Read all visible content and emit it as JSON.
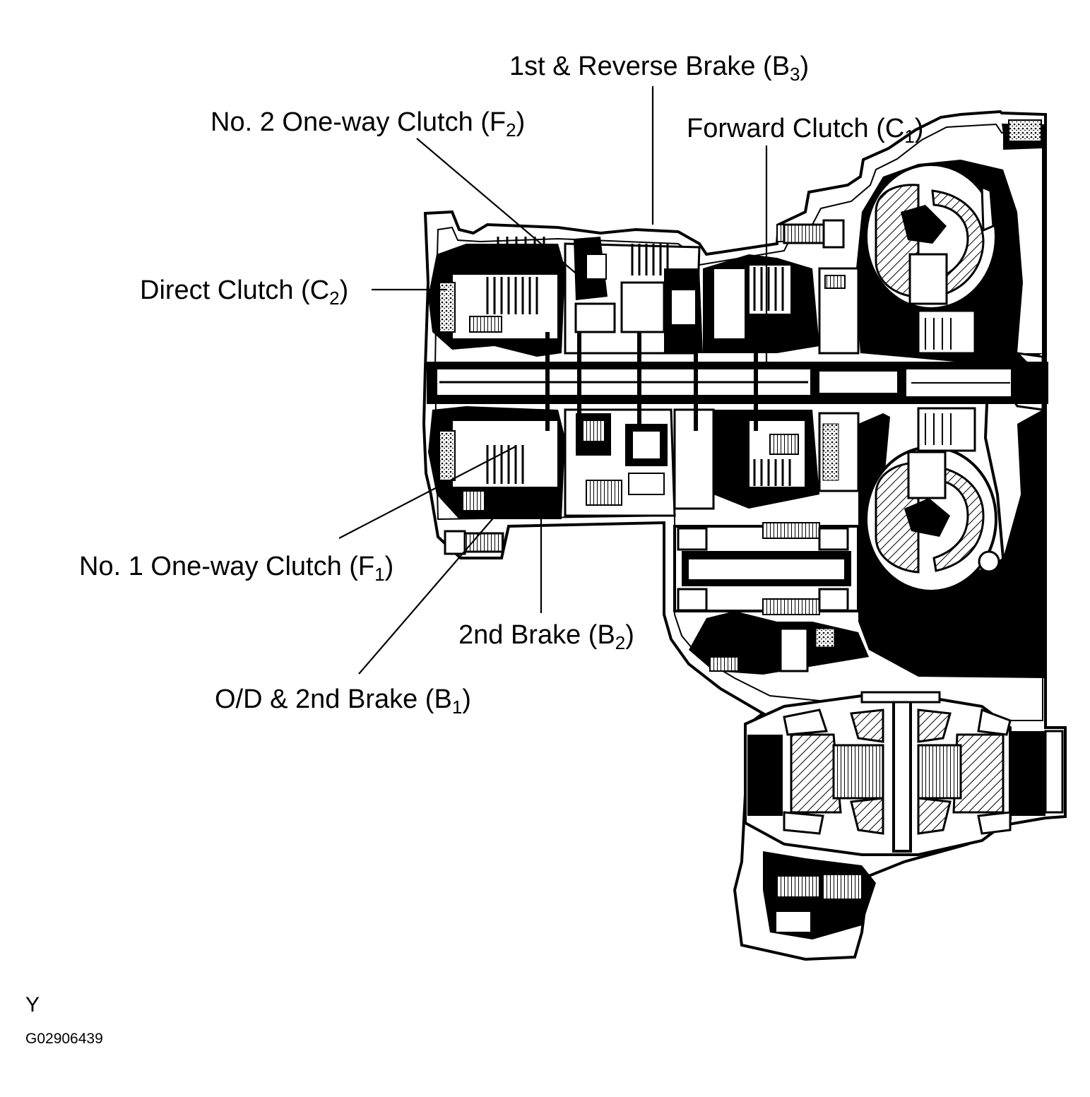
{
  "labels": {
    "b3": {
      "text": "1st & Reverse Brake (B",
      "sub": "3",
      "close": ")"
    },
    "f2": {
      "text": "No. 2 One-way Clutch (F",
      "sub": "2",
      "close": ")"
    },
    "c1": {
      "text": "Forward Clutch (C",
      "sub": "1",
      "close": ")"
    },
    "c2": {
      "text": "Direct Clutch (C",
      "sub": "2",
      "close": ")"
    },
    "f1": {
      "text": "No. 1 One-way Clutch (F",
      "sub": "1",
      "close": ")"
    },
    "b2": {
      "text": "2nd Brake (B",
      "sub": "2",
      "close": ")"
    },
    "b1": {
      "text": "O/D & 2nd Brake (B",
      "sub": "1",
      "close": ")"
    }
  },
  "corner_mark": "Y",
  "figure_code": "G02906439"
}
